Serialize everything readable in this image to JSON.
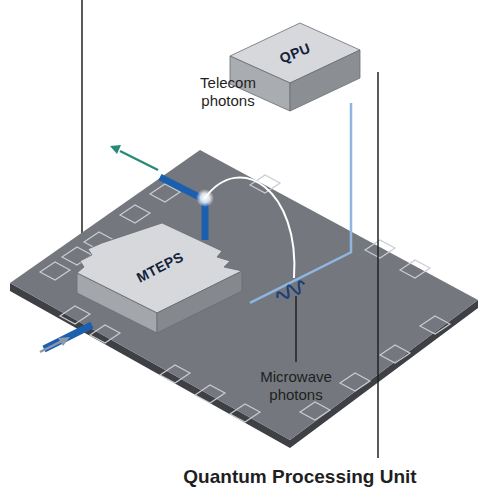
{
  "diagram": {
    "nodes": [
      {
        "text": [
          "MTEPS"
        ]
      },
      {
        "text": [
          "QPU"
        ]
      }
    ],
    "edges": [
      {
        "from": 0,
        "to": 1,
        "arrow": "none"
      }
    ],
    "labels": [
      "Telecom photons",
      "Microwave photons",
      "Quantum Processing Unit"
    ]
  }
}
